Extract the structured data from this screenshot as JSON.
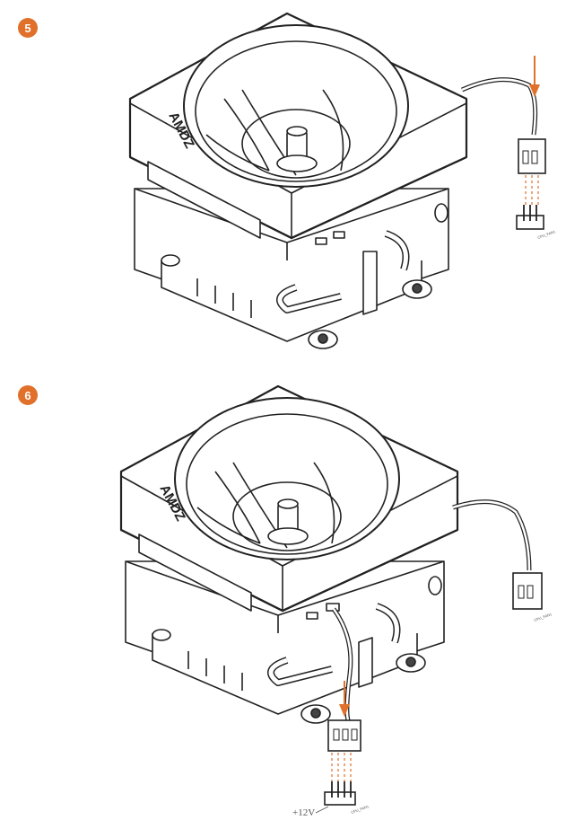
{
  "steps": [
    {
      "number": "5",
      "connector_label": "CPU_FAN1"
    },
    {
      "number": "6",
      "connector_label": "CPU_FAN1",
      "pin_label": "+12V"
    }
  ],
  "fan_logo": "AMDZ",
  "colors": {
    "accent": "#e0702a",
    "line": "#222222",
    "pin": "#e0702a"
  }
}
